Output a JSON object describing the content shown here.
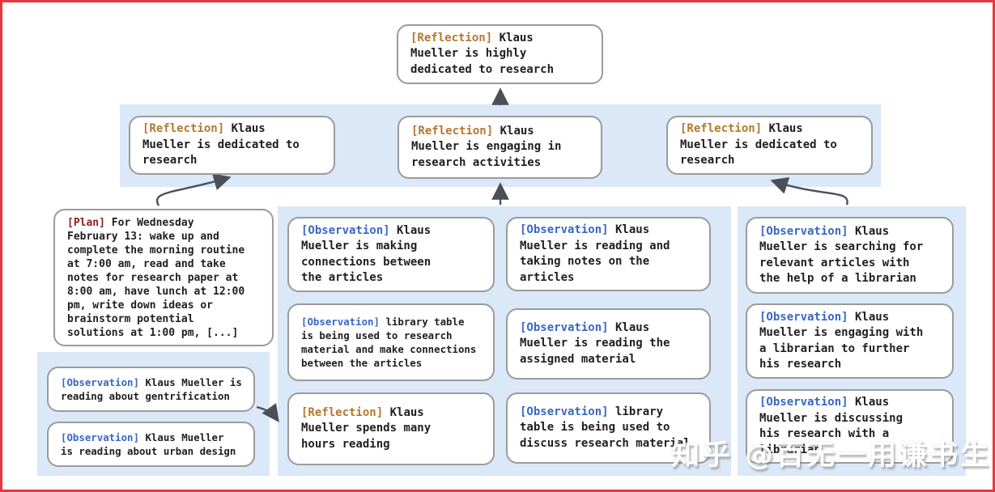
{
  "colors": {
    "border-red": "#e8353e",
    "panel-bg": "#dbe8f8",
    "node-border": "#9b9b9b",
    "reflection-tag": "#b5772f",
    "plan-tag": "#8f1d1d",
    "observation-tag": "#3a66c4",
    "arrow": "#4a4f58"
  },
  "nodes": {
    "top_reflection": {
      "tag": "[Reflection]",
      "body": " Klaus\nMueller is highly\ndedicated to research"
    },
    "row2_left": {
      "tag": "[Reflection]",
      "body": " Klaus\nMueller is dedicated to\nresearch"
    },
    "row2_center": {
      "tag": "[Reflection]",
      "body": " Klaus\nMueller is engaging in\nresearch activities"
    },
    "row2_right": {
      "tag": "[Reflection]",
      "body": " Klaus\nMueller is dedicated to\nresearch"
    },
    "plan": {
      "tag": "[Plan]",
      "body": " For Wednesday\nFebruary 13: wake up and\ncomplete the morning routine\nat 7:00 am, read and take\nnotes for research paper at\n8:00 am, have lunch at 12:00\npm, write down ideas or\nbrainstorm potential\nsolutions at 1:00 pm, [...]"
    },
    "obs_gentrification": {
      "tag": "[Observation]",
      "body": " Klaus Mueller is\nreading about gentrification"
    },
    "obs_urban_design": {
      "tag": "[Observation]",
      "body": " Klaus Mueller\nis reading about urban design"
    },
    "obs_connections": {
      "tag": "[Observation]",
      "body": " Klaus\nMueller is making\nconnections between\nthe articles"
    },
    "obs_library_research": {
      "tag": "[Observation]",
      "body": " library table\nis being used to research\nmaterial and make connections\nbetween the articles"
    },
    "refl_hours_reading": {
      "tag": "[Reflection]",
      "body": " Klaus\nMueller spends many\nhours reading"
    },
    "obs_taking_notes": {
      "tag": "[Observation]",
      "body": " Klaus\nMueller is reading and\ntaking notes on the\narticles"
    },
    "obs_assigned": {
      "tag": "[Observation]",
      "body": " Klaus\nMueller is reading the\nassigned material"
    },
    "obs_library_discuss": {
      "tag": "[Observation]",
      "body": " library\ntable is being used to\ndiscuss research material"
    },
    "obs_searching": {
      "tag": "[Observation]",
      "body": " Klaus\nMueller is searching for\nrelevant articles with\nthe help of a librarian"
    },
    "obs_engaging": {
      "tag": "[Observation]",
      "body": " Klaus\nMueller is engaging with\na librarian to further\nhis research"
    },
    "obs_discussing": {
      "tag": "[Observation]",
      "body": " Klaus\nMueller is discussing\nhis research with a\nlibrarian"
    }
  },
  "watermark": "知乎 @百无一用谦书生"
}
